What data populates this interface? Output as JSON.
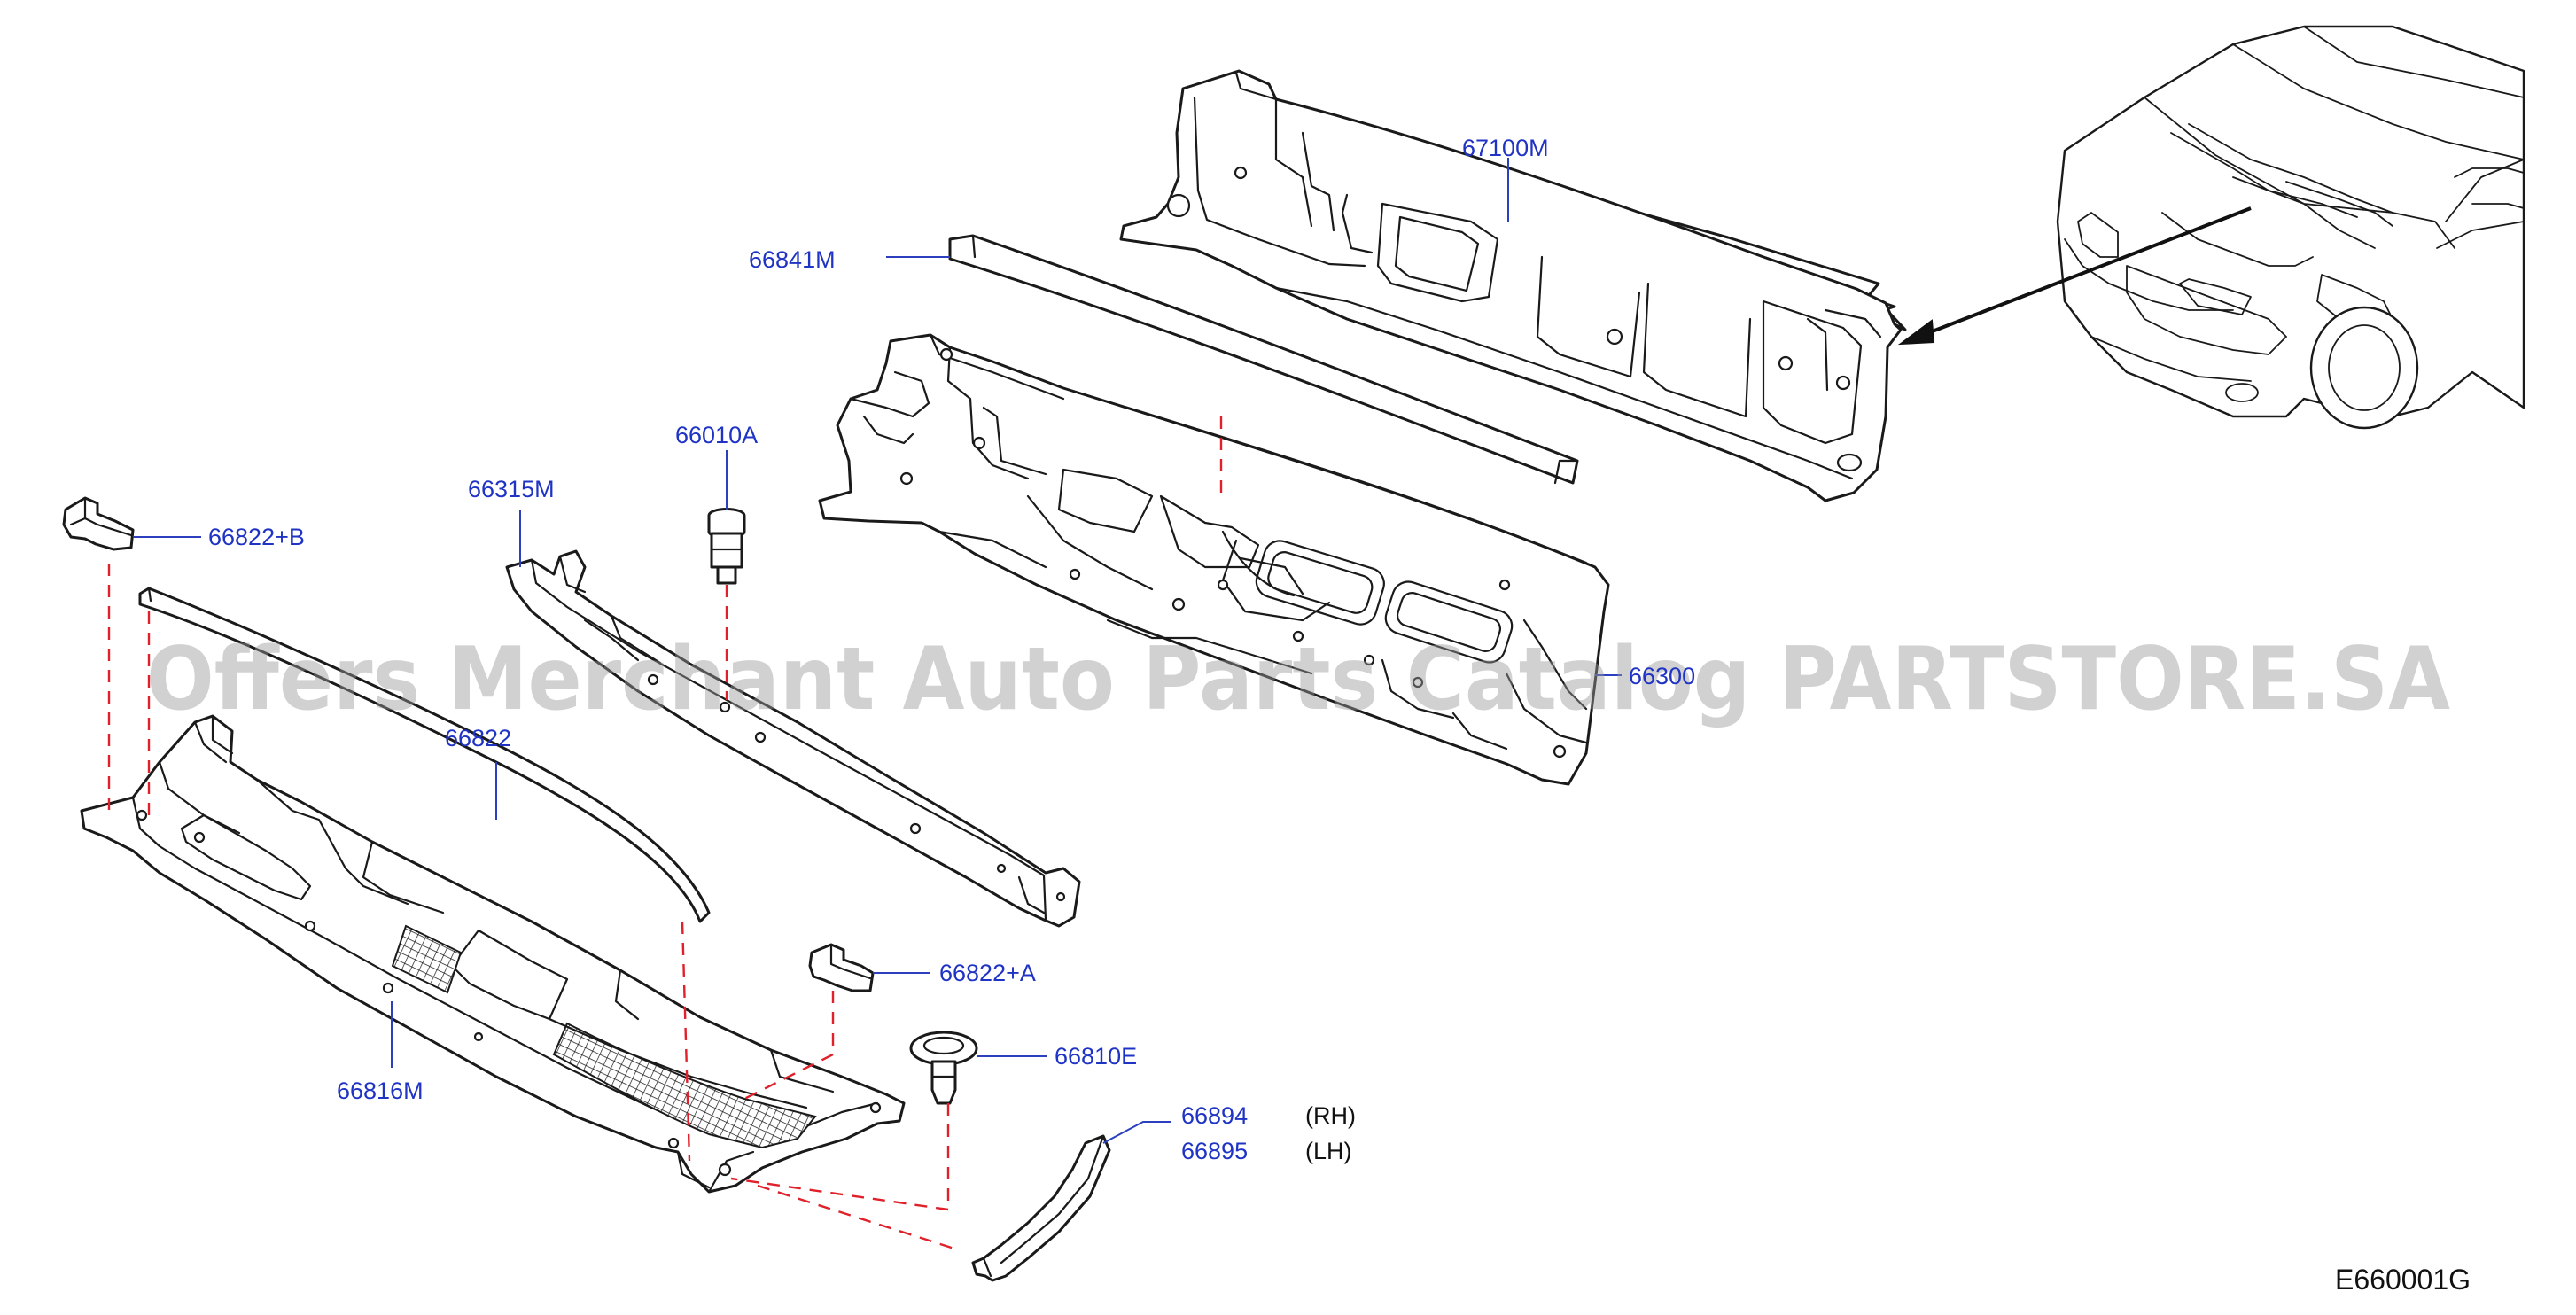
{
  "parts": [
    {
      "id": "p67100M",
      "number": "67100M"
    },
    {
      "id": "p66841M",
      "number": "66841M"
    },
    {
      "id": "p66010A",
      "number": "66010A"
    },
    {
      "id": "p66315M",
      "number": "66315M"
    },
    {
      "id": "p66822B",
      "number": "66822+B"
    },
    {
      "id": "p66822",
      "number": "66822"
    },
    {
      "id": "p66300",
      "number": "66300"
    },
    {
      "id": "p66822A",
      "number": "66822+A"
    },
    {
      "id": "p66810E",
      "number": "66810E"
    },
    {
      "id": "p66816M",
      "number": "66816M"
    },
    {
      "id": "p66894",
      "number": "66894",
      "side": "(RH)"
    },
    {
      "id": "p66895",
      "number": "66895",
      "side": "(LH)"
    }
  ],
  "diagram_code": "E660001G",
  "watermark": "Offers Merchant Auto Parts Catalog PARTSTORE.SA",
  "colors": {
    "label": "#1f33c4",
    "guide": "#e0202a",
    "line": "#1a1a1a",
    "watermark": "#9a9a9a"
  }
}
